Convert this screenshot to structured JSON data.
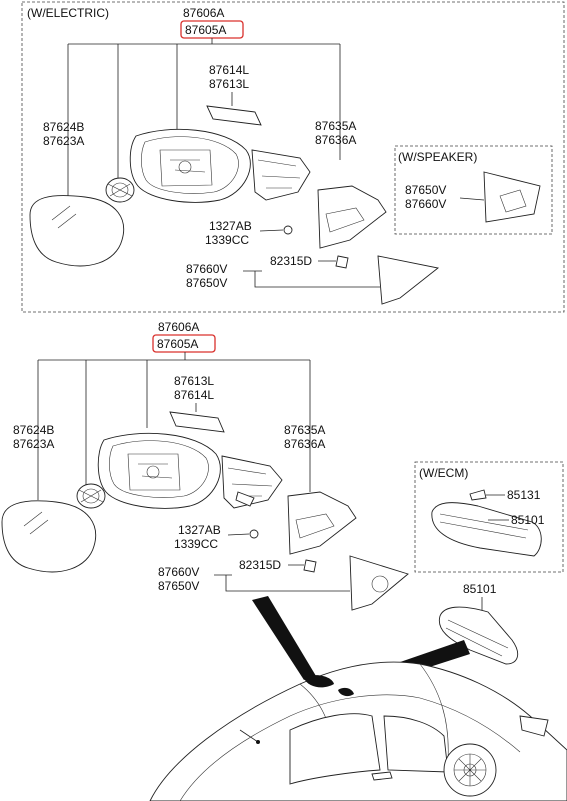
{
  "group_top": {
    "title": "(W/ELECTRIC)",
    "assembly": [
      "87606A",
      "87605A"
    ],
    "cover_trim": [
      "87614L",
      "87613L"
    ],
    "glass": [
      "87624B",
      "87623A"
    ],
    "scalp": [
      "87635A",
      "87636A"
    ],
    "screws": [
      "1327AB",
      "1339CC"
    ],
    "garnish": [
      "87660V",
      "87650V"
    ],
    "clip": "82315D",
    "speaker_box": {
      "title": "(W/SPEAKER)",
      "parts": [
        "87650V",
        "87660V"
      ]
    }
  },
  "group_bottom": {
    "assembly": [
      "87606A",
      "87605A"
    ],
    "cover_trim": [
      "87613L",
      "87614L"
    ],
    "glass": [
      "87624B",
      "87623A"
    ],
    "scalp": [
      "87635A",
      "87636A"
    ],
    "screws": [
      "1327AB",
      "1339CC"
    ],
    "garnish": [
      "87660V",
      "87650V"
    ],
    "clip": "82315D",
    "ecm_box": {
      "title": "(W/ECM)",
      "parts": [
        "85131",
        "85101"
      ]
    },
    "inside_mirror": "85101"
  },
  "colors": {
    "highlight": "#d9302c",
    "line": "#222222",
    "background": "#ffffff"
  }
}
